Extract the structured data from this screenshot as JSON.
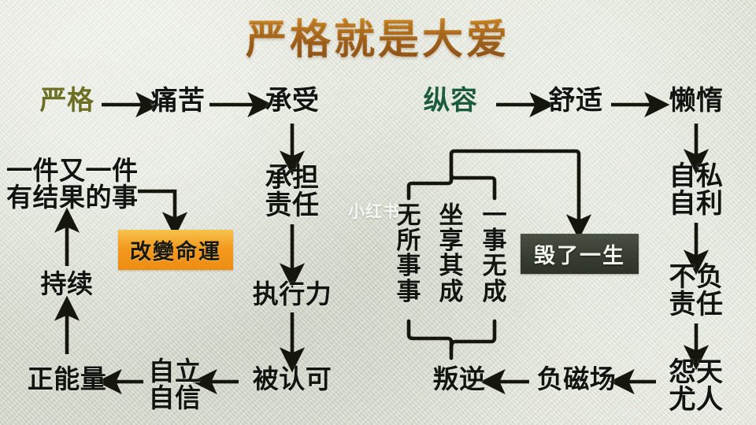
{
  "title": "严格就是大爱",
  "watermark": "小红书",
  "colors": {
    "background": "#d8dccd",
    "title_gradient_top": "#e8a13a",
    "title_gradient_bottom": "#8c5417",
    "strict_heading": "#6d6f24",
    "indulge_heading": "#1d5c3a",
    "orange_box": "#f39a1f",
    "dark_box": "#3a3f35",
    "text": "#121410"
  },
  "left_branch": {
    "heading": "严格",
    "nodes": {
      "pain": "痛苦",
      "endure": "承受",
      "take_responsibility": "承担\n责任",
      "execution": "执行力",
      "recognized": "被认可",
      "self_reliance": "自立\n自信",
      "positive_energy": "正能量",
      "persistence": "持续",
      "results_chain": "一件又一件\n有结果的事"
    },
    "outcome_box": "改變命運"
  },
  "right_branch": {
    "heading": "纵容",
    "nodes": {
      "comfort": "舒适",
      "laziness": "懒惰",
      "selfish": "自私\n自利",
      "irresponsible": "不负\n责任",
      "blame": "怨天\n尤人",
      "negative_field": "负磁场",
      "rebellion": "叛逆"
    },
    "vertical_columns": [
      "无所事事",
      "坐享其成",
      "一事无成"
    ],
    "outcome_box": "毁了一生"
  }
}
